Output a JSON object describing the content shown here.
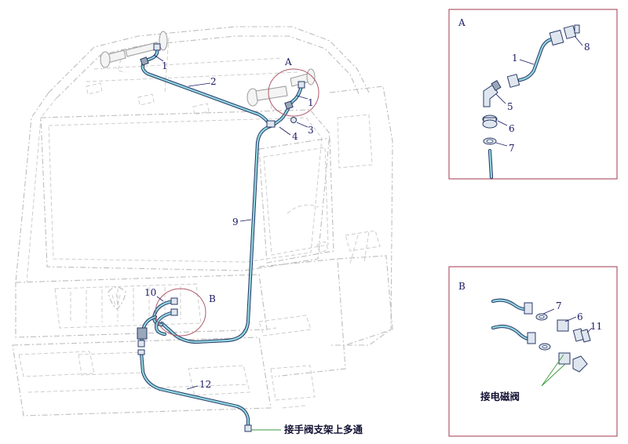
{
  "overview": {
    "detail_marker_a": "A",
    "detail_marker_b": "B",
    "callouts": {
      "c1_left": "1",
      "c1_right": "1",
      "c2": "2",
      "c3": "3",
      "c4": "4",
      "c9": "9",
      "c10": "10",
      "c12": "12"
    },
    "bottom_note": "接手阀支架上多通"
  },
  "detail_a": {
    "title": "A",
    "callouts": {
      "c1": "1",
      "c8": "8",
      "c5": "5",
      "c6": "6",
      "c7": "7"
    }
  },
  "detail_b": {
    "title": "B",
    "callouts": {
      "c7": "7",
      "c6": "6",
      "c11": "11"
    },
    "note": "接电磁阀"
  },
  "colors": {
    "pipe_fill": "#8fd6e0",
    "pipe_outline": "#2a3a66",
    "frame": "#b05a6a",
    "label": "#1a1a66",
    "cab_outline": "#bdbdbd"
  }
}
